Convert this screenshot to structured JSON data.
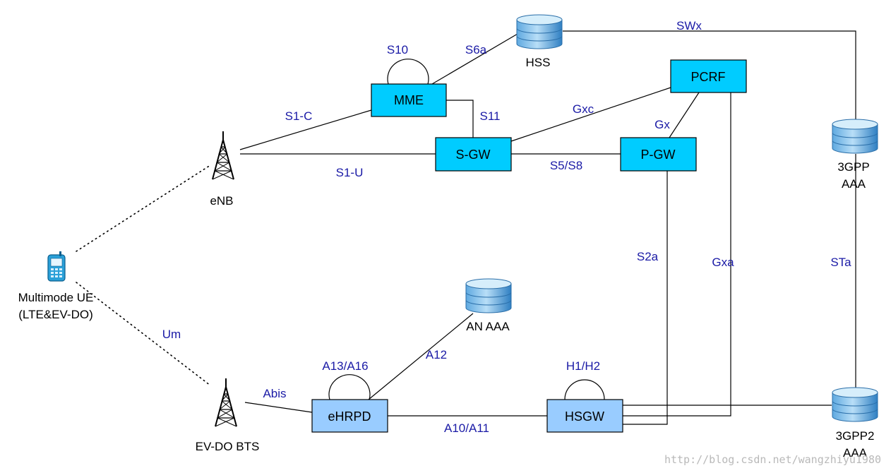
{
  "colors": {
    "eps_box": "#00ccff",
    "ehrpd_box": "#99ccff",
    "interface_label": "#1a1aa6",
    "db_top": "#c9e8f8",
    "db_body": "#3a8fd0"
  },
  "nodes": {
    "mme": "MME",
    "sgw": "S-GW",
    "pgw": "P-GW",
    "pcrf": "PCRF",
    "ehrpd": "eHRPD",
    "hsgw": "HSGW",
    "hss": "HSS",
    "an_aaa": "AN AAA",
    "aaa_3gpp_line1": "3GPP",
    "aaa_3gpp_line2": "AAA",
    "aaa_3gpp2_line1": "3GPP2",
    "aaa_3gpp2_line2": "AAA",
    "enb": "eNB",
    "bts": "EV-DO BTS",
    "ue_line1": "Multimode UE",
    "ue_line2": "(LTE&EV-DO)"
  },
  "interfaces": {
    "s10": "S10",
    "s6a": "S6a",
    "swx": "SWx",
    "s1c": "S1-C",
    "s11": "S11",
    "gxc": "Gxc",
    "gx": "Gx",
    "s1u": "S1-U",
    "s5s8": "S5/S8",
    "s2a": "S2a",
    "gxa": "Gxa",
    "sta": "STa",
    "um": "Um",
    "a13a16": "A13/A16",
    "a12": "A12",
    "h1h2": "H1/H2",
    "abis": "Abis",
    "a10a11": "A10/A11"
  },
  "watermark": "http://blog.csdn.net/wangzhiyu1980",
  "icons": {
    "database": "database-icon",
    "antenna": "antenna-tower-icon",
    "phone": "mobile-phone-icon"
  }
}
